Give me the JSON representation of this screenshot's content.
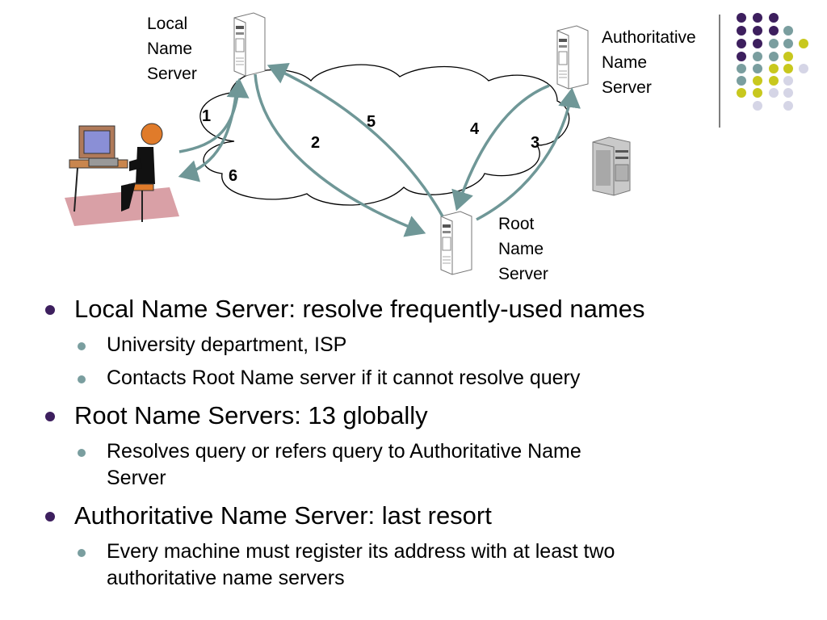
{
  "diagram": {
    "labels": {
      "local": [
        "Local",
        "Name",
        "Server"
      ],
      "authoritative": [
        "Authoritative",
        "Name",
        "Server"
      ],
      "root": [
        "Root",
        "Name",
        "Server"
      ]
    },
    "steps": [
      "1",
      "2",
      "3",
      "4",
      "5",
      "6"
    ],
    "colors": {
      "arrow": "#6f9797",
      "cloud_stroke": "#000000",
      "purple": "#3d1f5e",
      "teal": "#7a9e9f",
      "olive": "#c8c81e",
      "lavender": "#d5d5e6"
    }
  },
  "bullets": [
    {
      "text": "Local Name Server:  resolve frequently-used names",
      "sub": [
        [
          "University department, ISP"
        ],
        [
          "Contacts Root Name server if it cannot resolve query"
        ]
      ]
    },
    {
      "text": "Root Name Servers:  13 globally",
      "sub": [
        [
          "Resolves query or refers query to Authoritative Name",
          "Server"
        ]
      ]
    },
    {
      "text": "Authoritative Name Server:  last resort",
      "sub": [
        [
          "Every machine must register its address with at least two",
          "authoritative name servers"
        ]
      ]
    }
  ]
}
